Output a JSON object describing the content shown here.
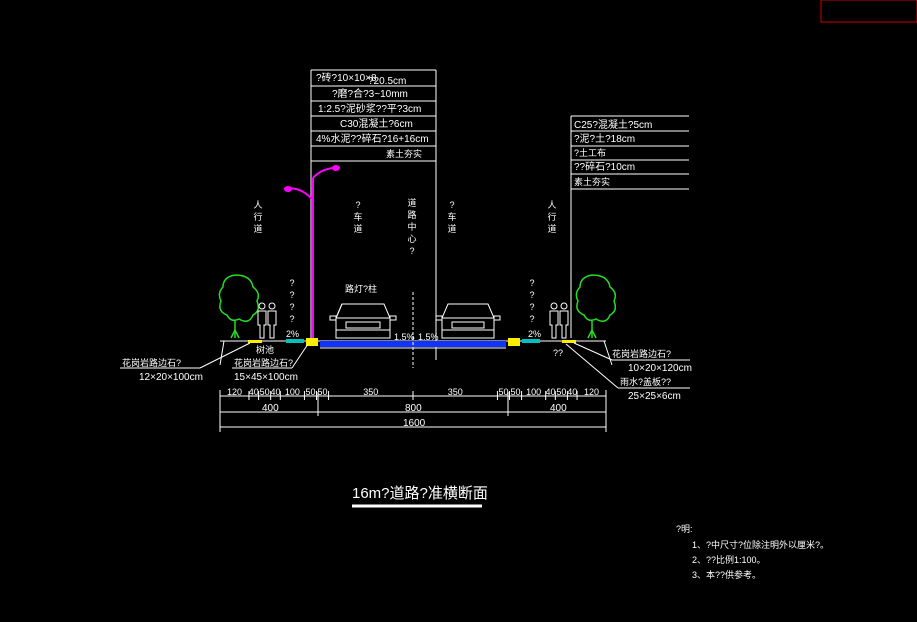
{
  "colors": {
    "background": "#000000",
    "line": "#ffffff",
    "tree": "#22dd22",
    "lamp": "#ff00ff",
    "lane": "#1133ff",
    "curb": "#ffee00",
    "cyan": "#00c0c0",
    "frame": "#cc0000"
  },
  "left_layers": [
    "?砖?10×10×8",
    "?20.5cm",
    "?磨?合?3~10mm",
    "1:2.5?泥砂浆??平?3cm",
    "C30混凝土?6cm",
    "4%水泥??碎石?16+16cm",
    "素土夯实"
  ],
  "right_layers": [
    "C25?混凝土?5cm",
    "?泥?土?18cm",
    "?土工布",
    "??碎石?10cm",
    "素土夯实"
  ],
  "vertical_labels": {
    "sidewalk_left": [
      "人",
      "行",
      "道"
    ],
    "lane_left": [
      "?",
      "车",
      "道"
    ],
    "median": [
      "道",
      "路",
      "中",
      "心",
      "?"
    ],
    "lane_right": [
      "?",
      "车",
      "道"
    ],
    "sidewalk_right": [
      "人",
      "行",
      "道"
    ],
    "greenbelt_left": [
      "?",
      "?",
      "?",
      "?"
    ],
    "greenbelt_right": [
      "?",
      "?",
      "?",
      "?"
    ]
  },
  "labels": {
    "lamp": "路灯?柱",
    "left_tree_pit": "树池",
    "left_slope": "2%",
    "right_slope": "2%",
    "center_slope_left": "1.5%",
    "center_slope_right": "1.5%",
    "right_tree_pit": "??",
    "left_curb_a": "花岗岩路边石?",
    "left_curb_a_size": "12×20×100cm",
    "left_curb_b": "花岗岩路边石?",
    "left_curb_b_size": "15×45×100cm",
    "right_curb_a": "花岗岩路边石?",
    "right_curb_a_size": "10×20×120cm",
    "right_grate": "雨水?盖板??",
    "right_grate_size": "25×25×6cm"
  },
  "dims_row1": [
    "120",
    "40",
    "50",
    "40",
    "100",
    "50",
    "50",
    "350",
    "350",
    "50",
    "50",
    "100",
    "40",
    "50",
    "40",
    "120"
  ],
  "dims_row2": [
    "400",
    "800",
    "400"
  ],
  "dims_row3": "1600",
  "drawing_title": "16m?道路?准横断面",
  "notes": {
    "heading": "?明:",
    "items": [
      "1、?中尺寸?位除注明外以厘米?。",
      "2、??比例1:100。",
      "3、本??供参考。"
    ]
  }
}
